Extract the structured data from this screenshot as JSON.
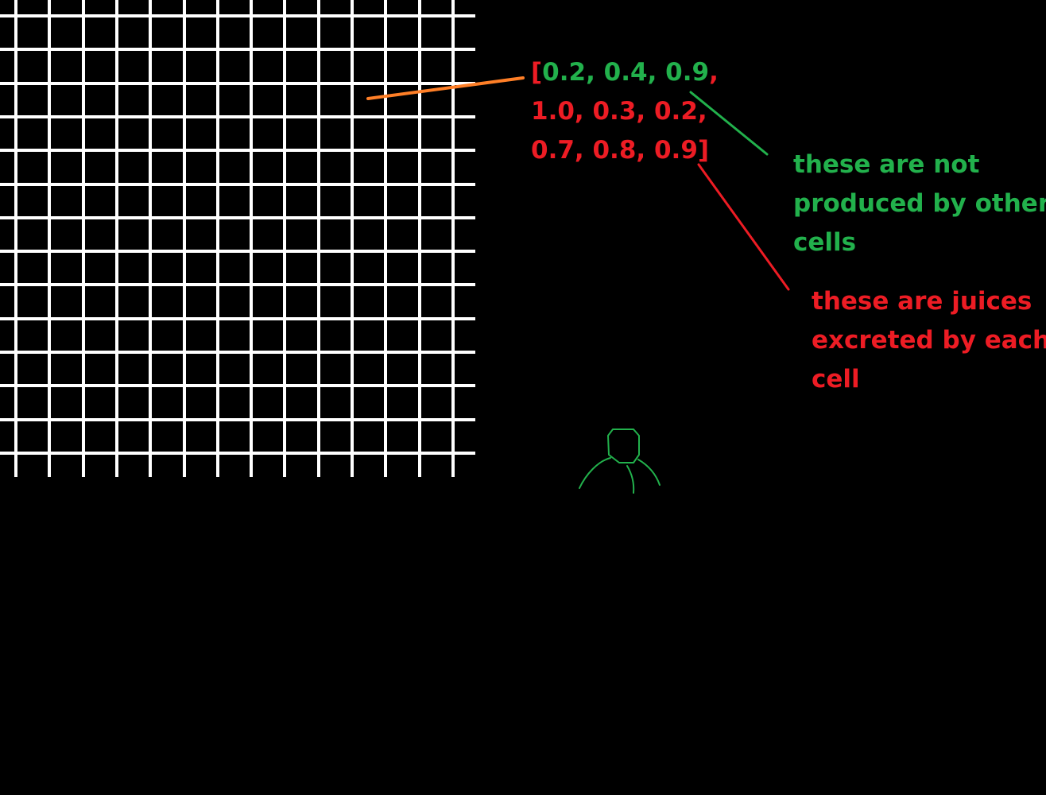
{
  "grid": {
    "line_color": "#ffffff"
  },
  "vector": {
    "open_bracket": "[",
    "green_values": "0.2, 0.4, 0.9",
    "line1_tail": ",",
    "line2": "1.0, 0.3, 0.2,",
    "line3_values": "0.7, 0.8, 0.9",
    "close_bracket": "]"
  },
  "notes": {
    "green": [
      "these are not",
      "produced by other",
      "cells"
    ],
    "red": [
      "these are juices",
      "excreted by each",
      "cell"
    ]
  },
  "colors": {
    "background": "#000000",
    "green": "#22b14c",
    "red": "#ed1c24",
    "orange": "#ff7f27",
    "grid": "#ffffff"
  }
}
